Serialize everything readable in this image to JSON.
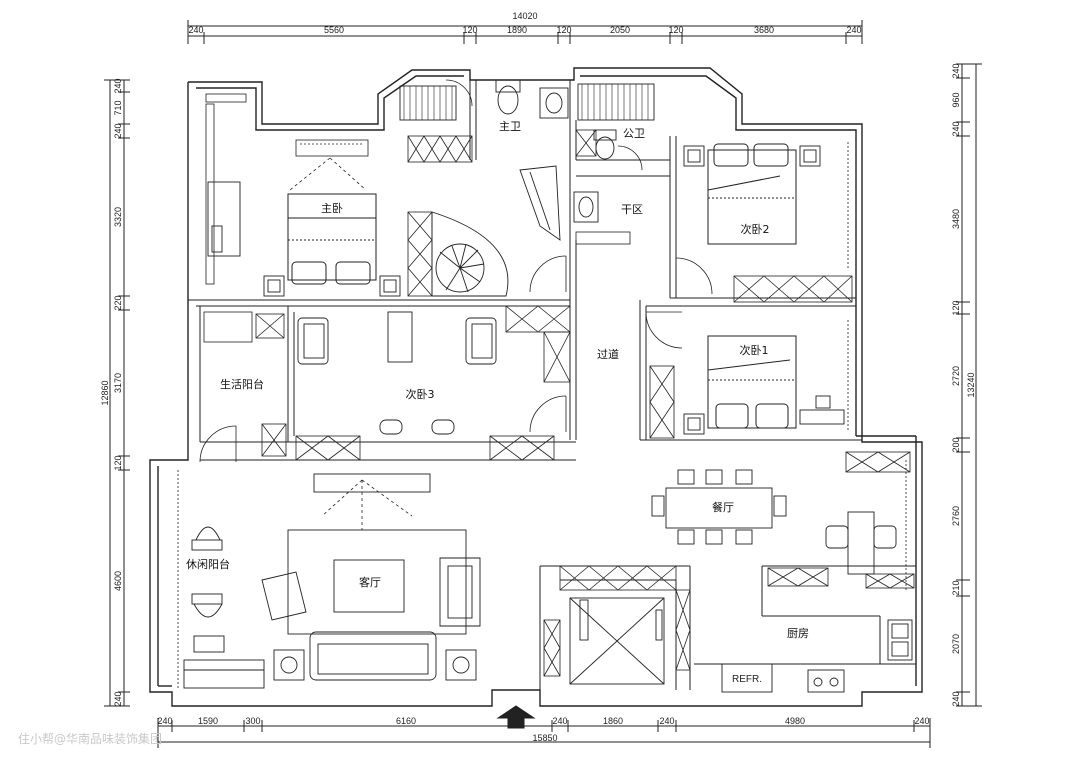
{
  "dims_top": {
    "total": "14020",
    "segments": [
      "240",
      "5560",
      "120",
      "1890",
      "120",
      "2050",
      "120",
      "3680",
      "240"
    ]
  },
  "dims_bottom": {
    "total": "15850",
    "segments": [
      "240",
      "1590",
      "300",
      "6160",
      "240",
      "1860",
      "240",
      "4980",
      "240"
    ]
  },
  "dims_left": {
    "total": "12860",
    "segments": [
      "240",
      "710",
      "240",
      "3320",
      "220",
      "3170",
      "120",
      "4600",
      "240"
    ]
  },
  "dims_right": {
    "total": "13240",
    "segments": [
      "240",
      "960",
      "240",
      "3480",
      "120",
      "2720",
      "200",
      "2760",
      "210",
      "2070",
      "240"
    ]
  },
  "rooms": {
    "master_bath": "主卫",
    "public_bath": "公卫",
    "master_bedroom": "主卧",
    "dry_area": "干区",
    "bedroom2": "次卧2",
    "bedroom1": "次卧1",
    "bedroom3": "次卧3",
    "utility_balcony": "生活阳台",
    "corridor": "过道",
    "dining": "餐厅",
    "living": "客厅",
    "leisure_balcony": "休闲阳台",
    "kitchen": "厨房",
    "fridge": "REFR."
  },
  "watermark": "住小帮@华南品味装饰集团"
}
